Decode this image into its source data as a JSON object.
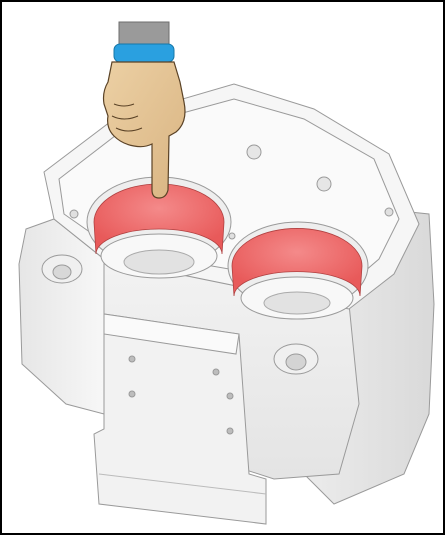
{
  "illustration": {
    "subject": "engine-block-housing",
    "parts": [
      "housing-body",
      "left-bore",
      "right-bore",
      "mounting-plate",
      "pointing-hand"
    ],
    "highlight_color": "#f07070",
    "housing_color": "#f4f4f4",
    "hand_skin_color": "#e2c294",
    "cuff_color": "#2aa0e0",
    "sleeve_color": "#9a9a9a"
  }
}
